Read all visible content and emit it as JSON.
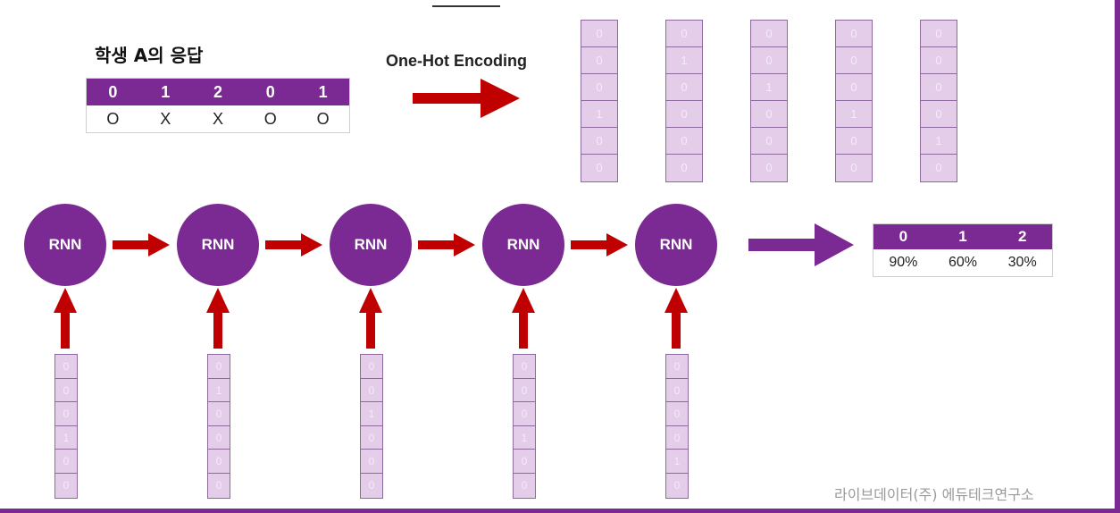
{
  "title": "학생 A의 응답",
  "response_table": {
    "headers": [
      "0",
      "1",
      "2",
      "0",
      "1"
    ],
    "values": [
      "O",
      "X",
      "X",
      "O",
      "O"
    ]
  },
  "encoding_label": "One-Hot Encoding",
  "one_hot_vectors": [
    [
      "0",
      "0",
      "0",
      "1",
      "0",
      "0"
    ],
    [
      "0",
      "1",
      "0",
      "0",
      "0",
      "0"
    ],
    [
      "0",
      "0",
      "1",
      "0",
      "0",
      "0"
    ],
    [
      "0",
      "0",
      "0",
      "1",
      "0",
      "0"
    ],
    [
      "0",
      "0",
      "0",
      "0",
      "1",
      "0"
    ]
  ],
  "rnn_label": "RNN",
  "output_table": {
    "headers": [
      "0",
      "1",
      "2"
    ],
    "values": [
      "90%",
      "60%",
      "30%"
    ]
  },
  "watermark": "라이브데이터(주) 에듀테크연구소",
  "colors": {
    "purple": "#7a2a92",
    "arrow_red": "#c00000",
    "cell_fill": "#e3cde9"
  }
}
